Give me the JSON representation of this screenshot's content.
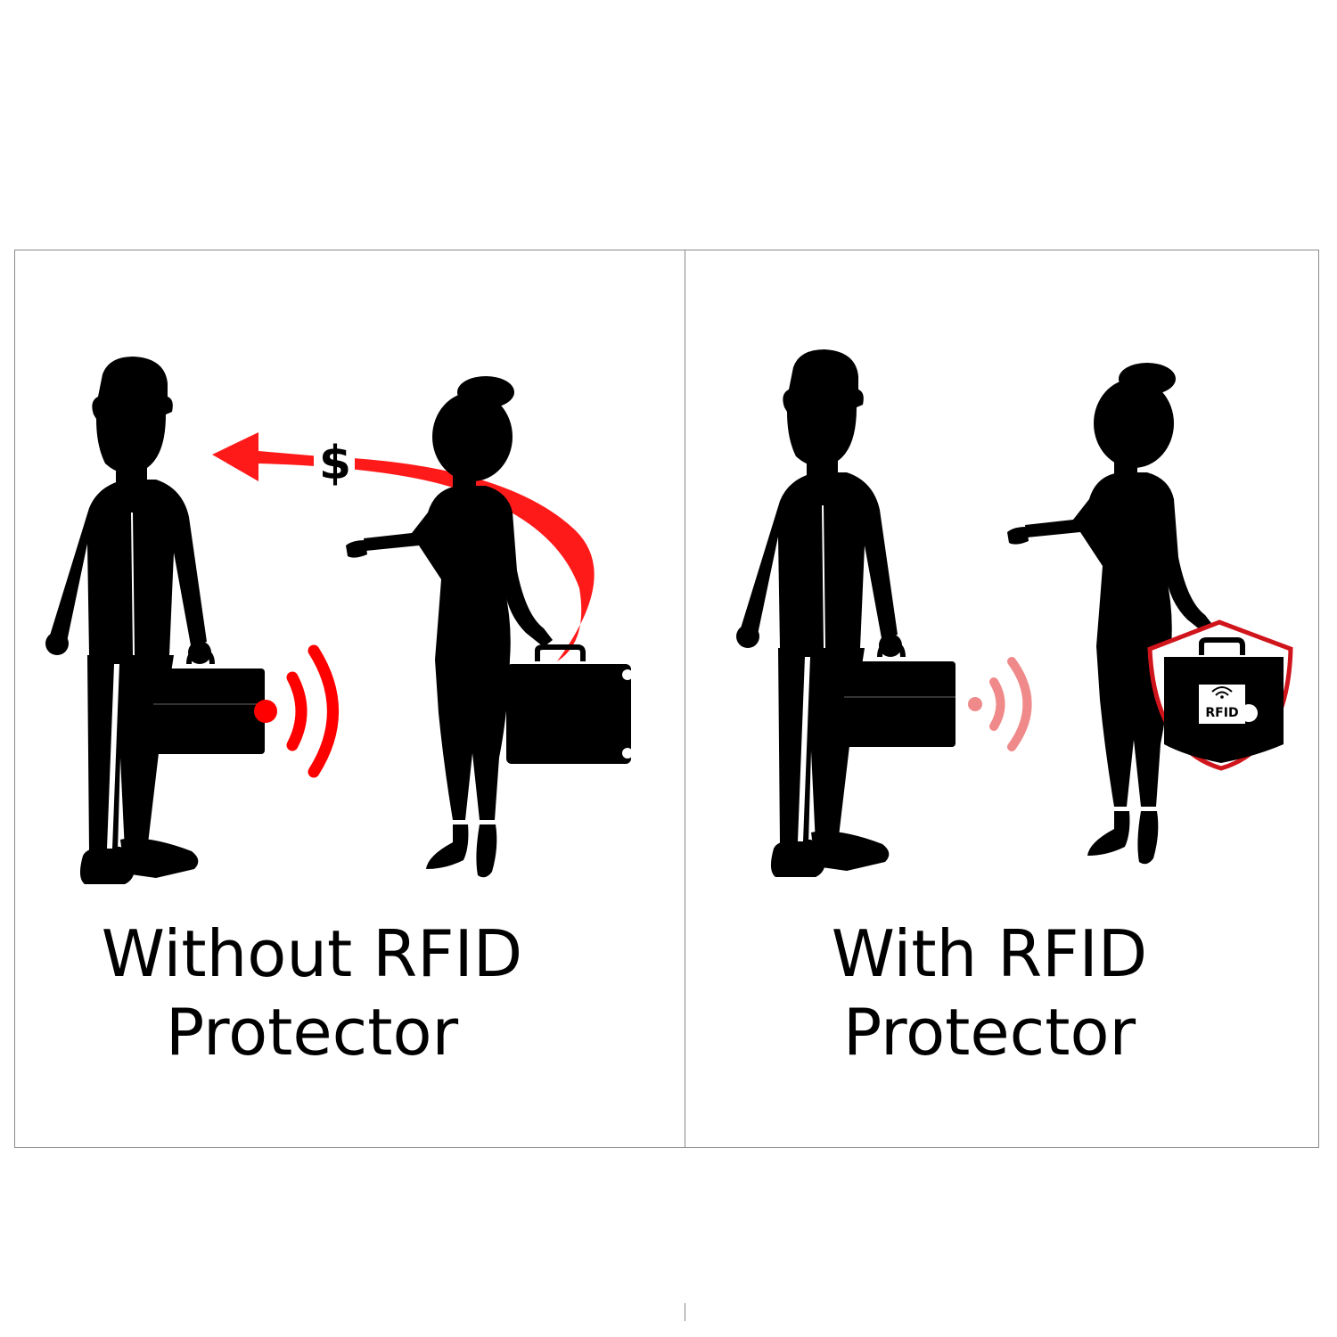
{
  "panels": [
    {
      "caption_line1": "Without RFID",
      "caption_line2": "Protector",
      "symbol": "$",
      "signal_color": "#ff0000"
    },
    {
      "caption_line1": "With RFID",
      "caption_line2": "Protector",
      "badge": "RFID",
      "signal_color": "#f08a8a",
      "shield_color": "#d0141c"
    }
  ]
}
